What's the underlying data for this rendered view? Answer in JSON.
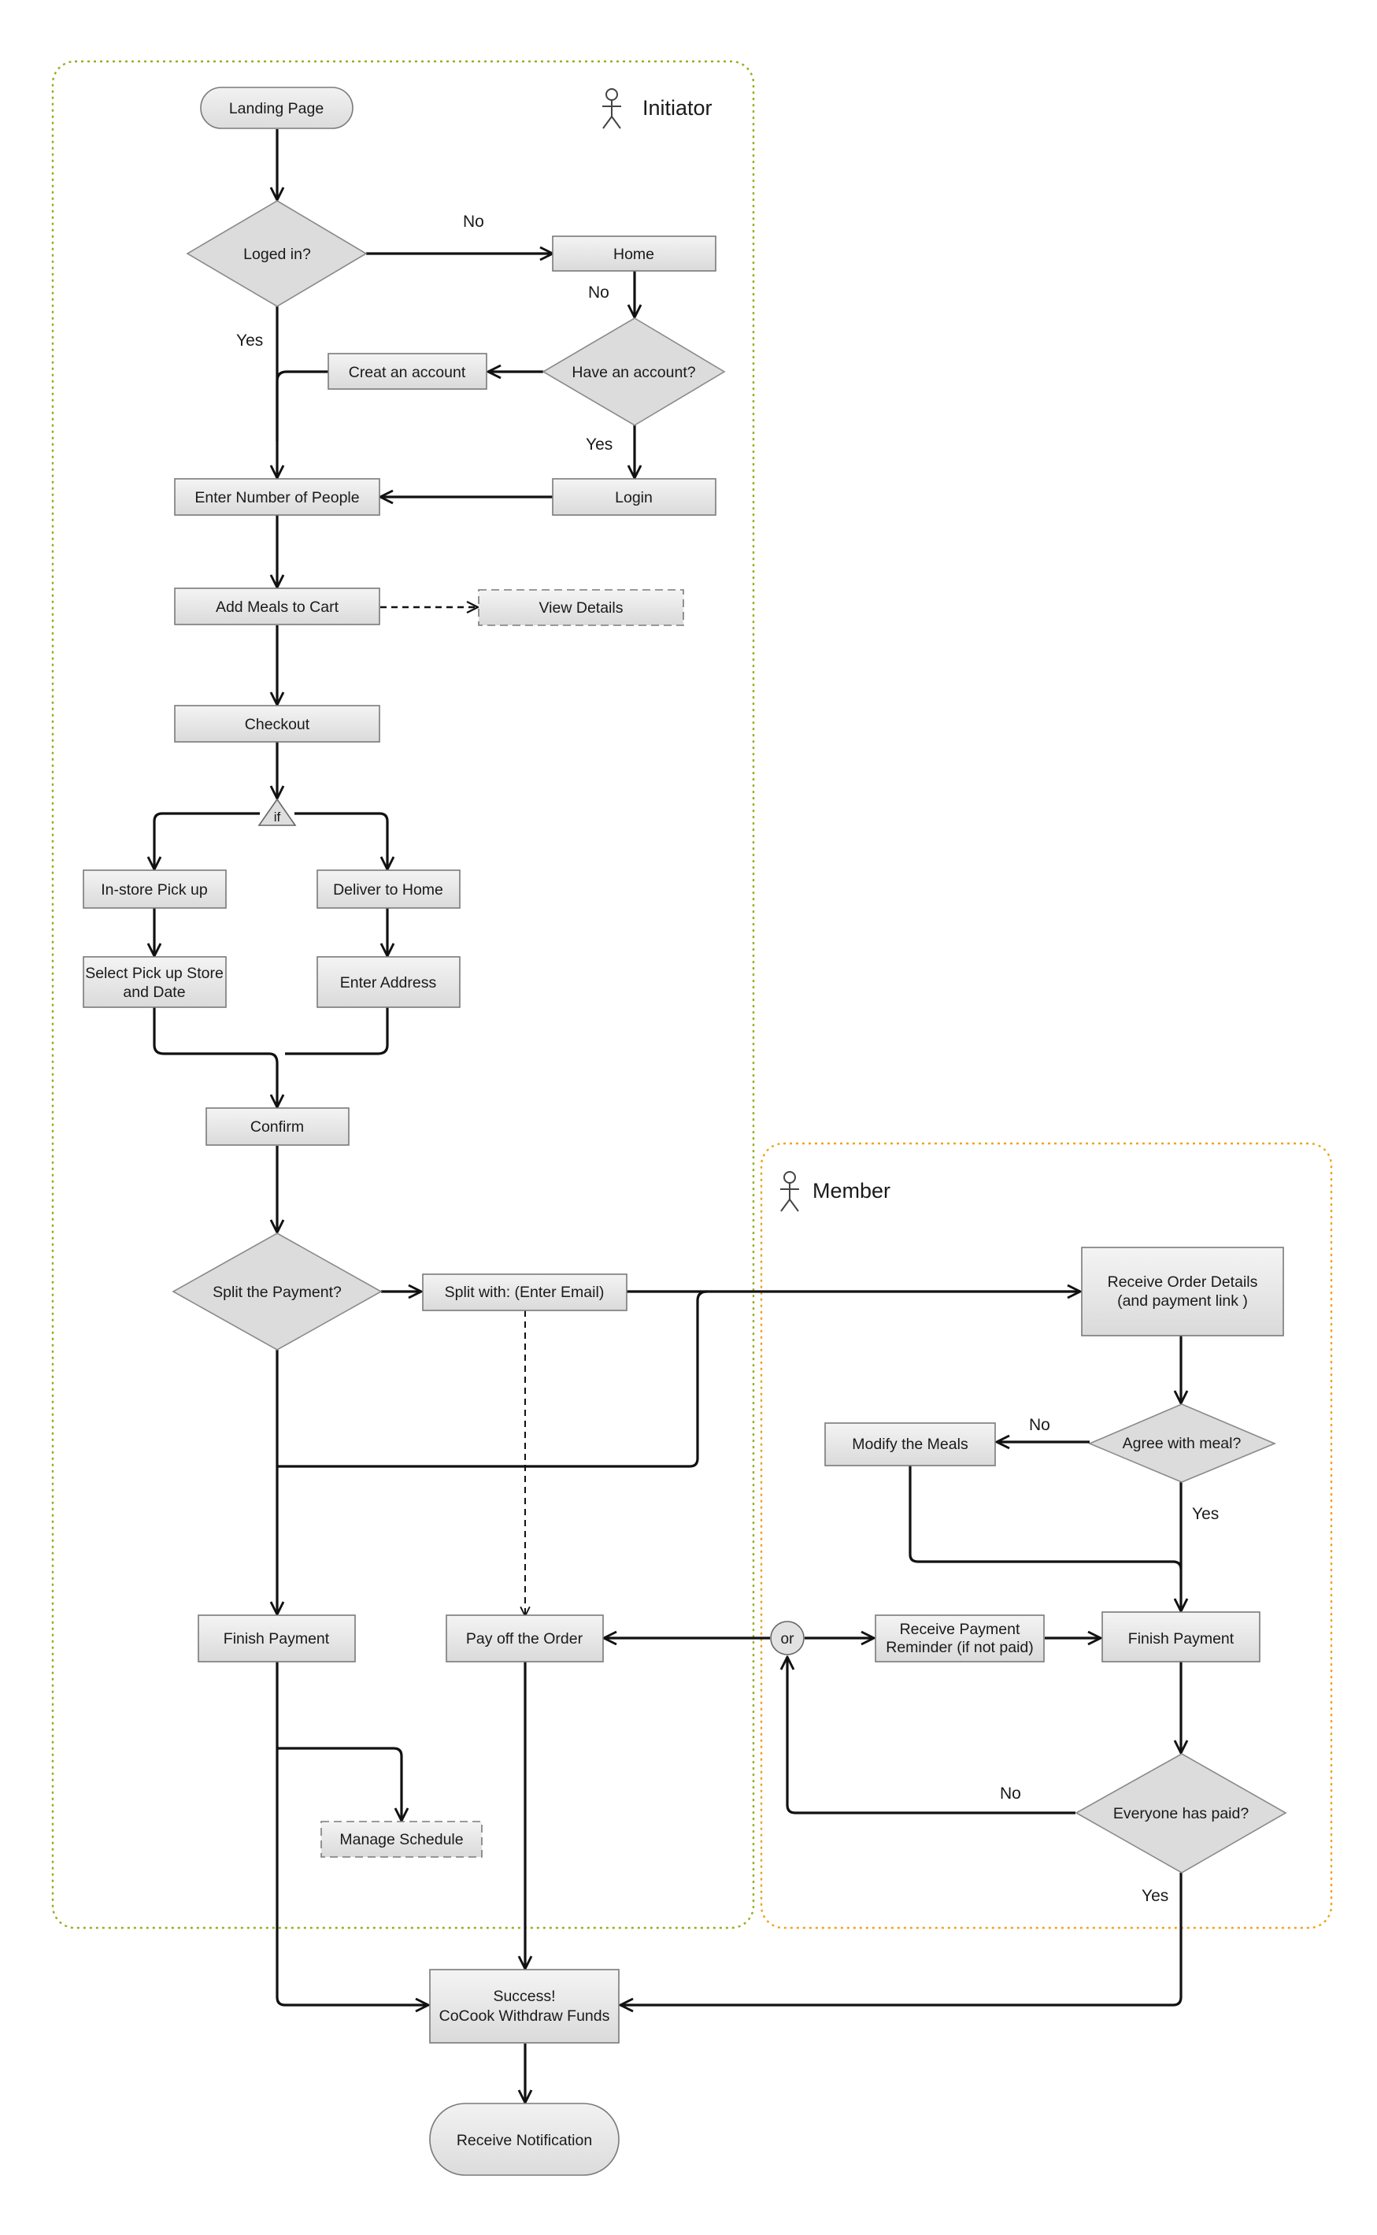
{
  "lanes": {
    "initiator": "Initiator",
    "member": "Member"
  },
  "nodes": {
    "landing_page": "Landing Page",
    "loged_in": "Loged in?",
    "home": "Home",
    "have_account": "Have an account?",
    "creat_account": "Creat an account",
    "login": "Login",
    "enter_people": "Enter Number of People",
    "add_meals": "Add Meals to Cart",
    "view_details": "View Details",
    "checkout": "Checkout",
    "if_gate": "if",
    "instore_pickup": "In-store Pick up",
    "deliver_home": "Deliver to Home",
    "select_store_1": "Select Pick up Store",
    "select_store_2": "and Date",
    "enter_address": "Enter Address",
    "confirm": "Confirm",
    "split_payment": "Split the Payment?",
    "split_with": "Split with: (Enter Email)",
    "receive_order_1": "Receive Order Details",
    "receive_order_2": "(and payment link )",
    "agree_meal": "Agree with meal?",
    "modify_meals": "Modify the Meals",
    "finish_payment_initiator": "Finish Payment",
    "pay_off": "Pay off the Order",
    "or_gate": "or",
    "reminder_1": "Receive Payment",
    "reminder_2": "Reminder (if not paid)",
    "finish_payment_member": "Finish Payment",
    "everyone_paid": "Everyone has paid?",
    "manage_schedule": "Manage Schedule",
    "success_1": "Success!",
    "success_2": "CoCook Withdraw Funds",
    "receive_notification": "Receive Notification"
  },
  "edge_labels": {
    "no_home": "No",
    "no_account": "No",
    "yes_logged": "Yes",
    "yes_account": "Yes",
    "no_agree": "No",
    "yes_agree": "Yes",
    "no_paid": "No",
    "yes_paid": "Yes"
  },
  "colors": {
    "initiator_lane": "#9aad1e",
    "member_lane": "#f0a31c",
    "box_fill": "#e6e6e6",
    "diamond_fill": "#dcdcdc",
    "connector": "#111111"
  }
}
